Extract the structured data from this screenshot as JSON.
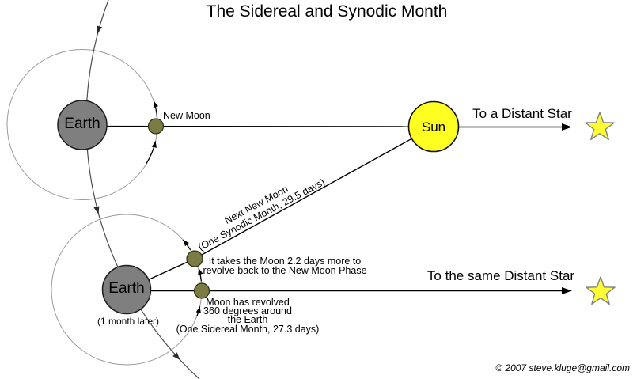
{
  "title": "The Sidereal and Synodic Month",
  "top_system": {
    "earth_label": "Earth",
    "new_moon_label": "New Moon",
    "sun_label": "Sun",
    "distant_star_label": "To a Distant Star"
  },
  "bottom_system": {
    "earth_label": "Earth",
    "time_note": "(1 month later)",
    "synodic_note": {
      "line1": "Next New Moon",
      "line2": "(One Synodic Month, 29.5 days)"
    },
    "lag_note": {
      "line1": "It takes the Moon 2.2 days more to",
      "line2": "revolve back to the New Moon Phase"
    },
    "sidereal_note": {
      "line1": "Moon has revolved",
      "line2": "360 degrees around",
      "line3": "the Earth",
      "line4": "(One Sidereal Month, 27.3 days)"
    },
    "distant_star_label": "To the same Distant Star"
  },
  "footer": {
    "copyright": "© 2007  steve.kluge@gmail.com"
  },
  "colors": {
    "earth": "#7f7f7f",
    "moon": "#7a7c43",
    "sun": "#ffff21",
    "star_fill": "#ffff33",
    "star_stroke": "#828282",
    "orbit_circle": "#9a9a9a",
    "orbital_path": "#4d4d4d",
    "line": "#000000"
  }
}
